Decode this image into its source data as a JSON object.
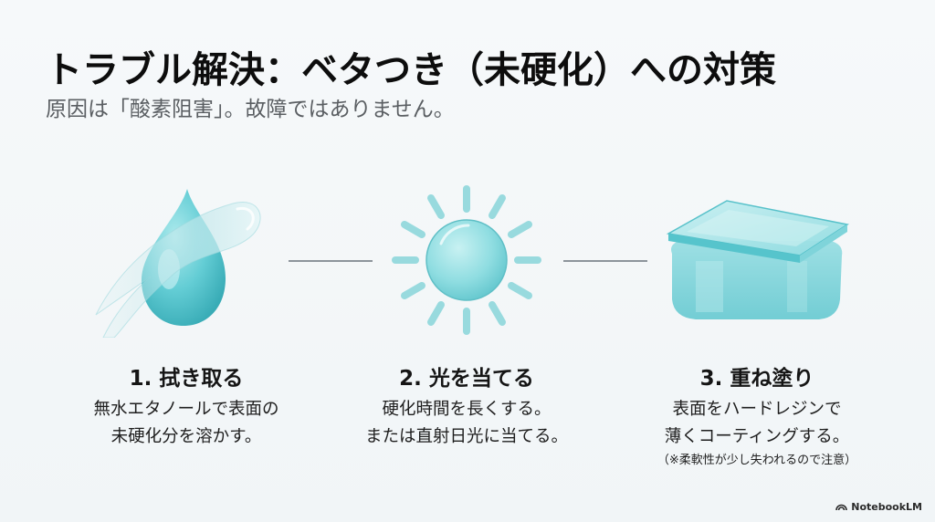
{
  "header": {
    "title": "トラブル解決：ベタつき（未硬化）への対策",
    "subtitle": "原因は「酸素阻害」。故障ではありません。"
  },
  "steps": [
    {
      "icon": "droplet-wipe-icon",
      "title": "1. 拭き取る",
      "lines": [
        "無水エタノールで表面の",
        "未硬化分を溶かす。"
      ],
      "note": null
    },
    {
      "icon": "sun-icon",
      "title": "2. 光を当てる",
      "lines": [
        "硬化時間を長くする。",
        "または直射日光に当てる。"
      ],
      "note": null
    },
    {
      "icon": "layered-coating-icon",
      "title": "3. 重ね塗り",
      "lines": [
        "表面をハードレジンで",
        "薄くコーティングする。"
      ],
      "note": "（※柔軟性が少し失われるので注意）"
    }
  ],
  "branding": {
    "label": "NotebookLM",
    "icon": "notebooklm-logo-icon"
  },
  "colors": {
    "accent": "#6fcfd6",
    "accent_dark": "#3fb3bd",
    "connector": "#8d959b",
    "background": "#f4f7f9"
  }
}
